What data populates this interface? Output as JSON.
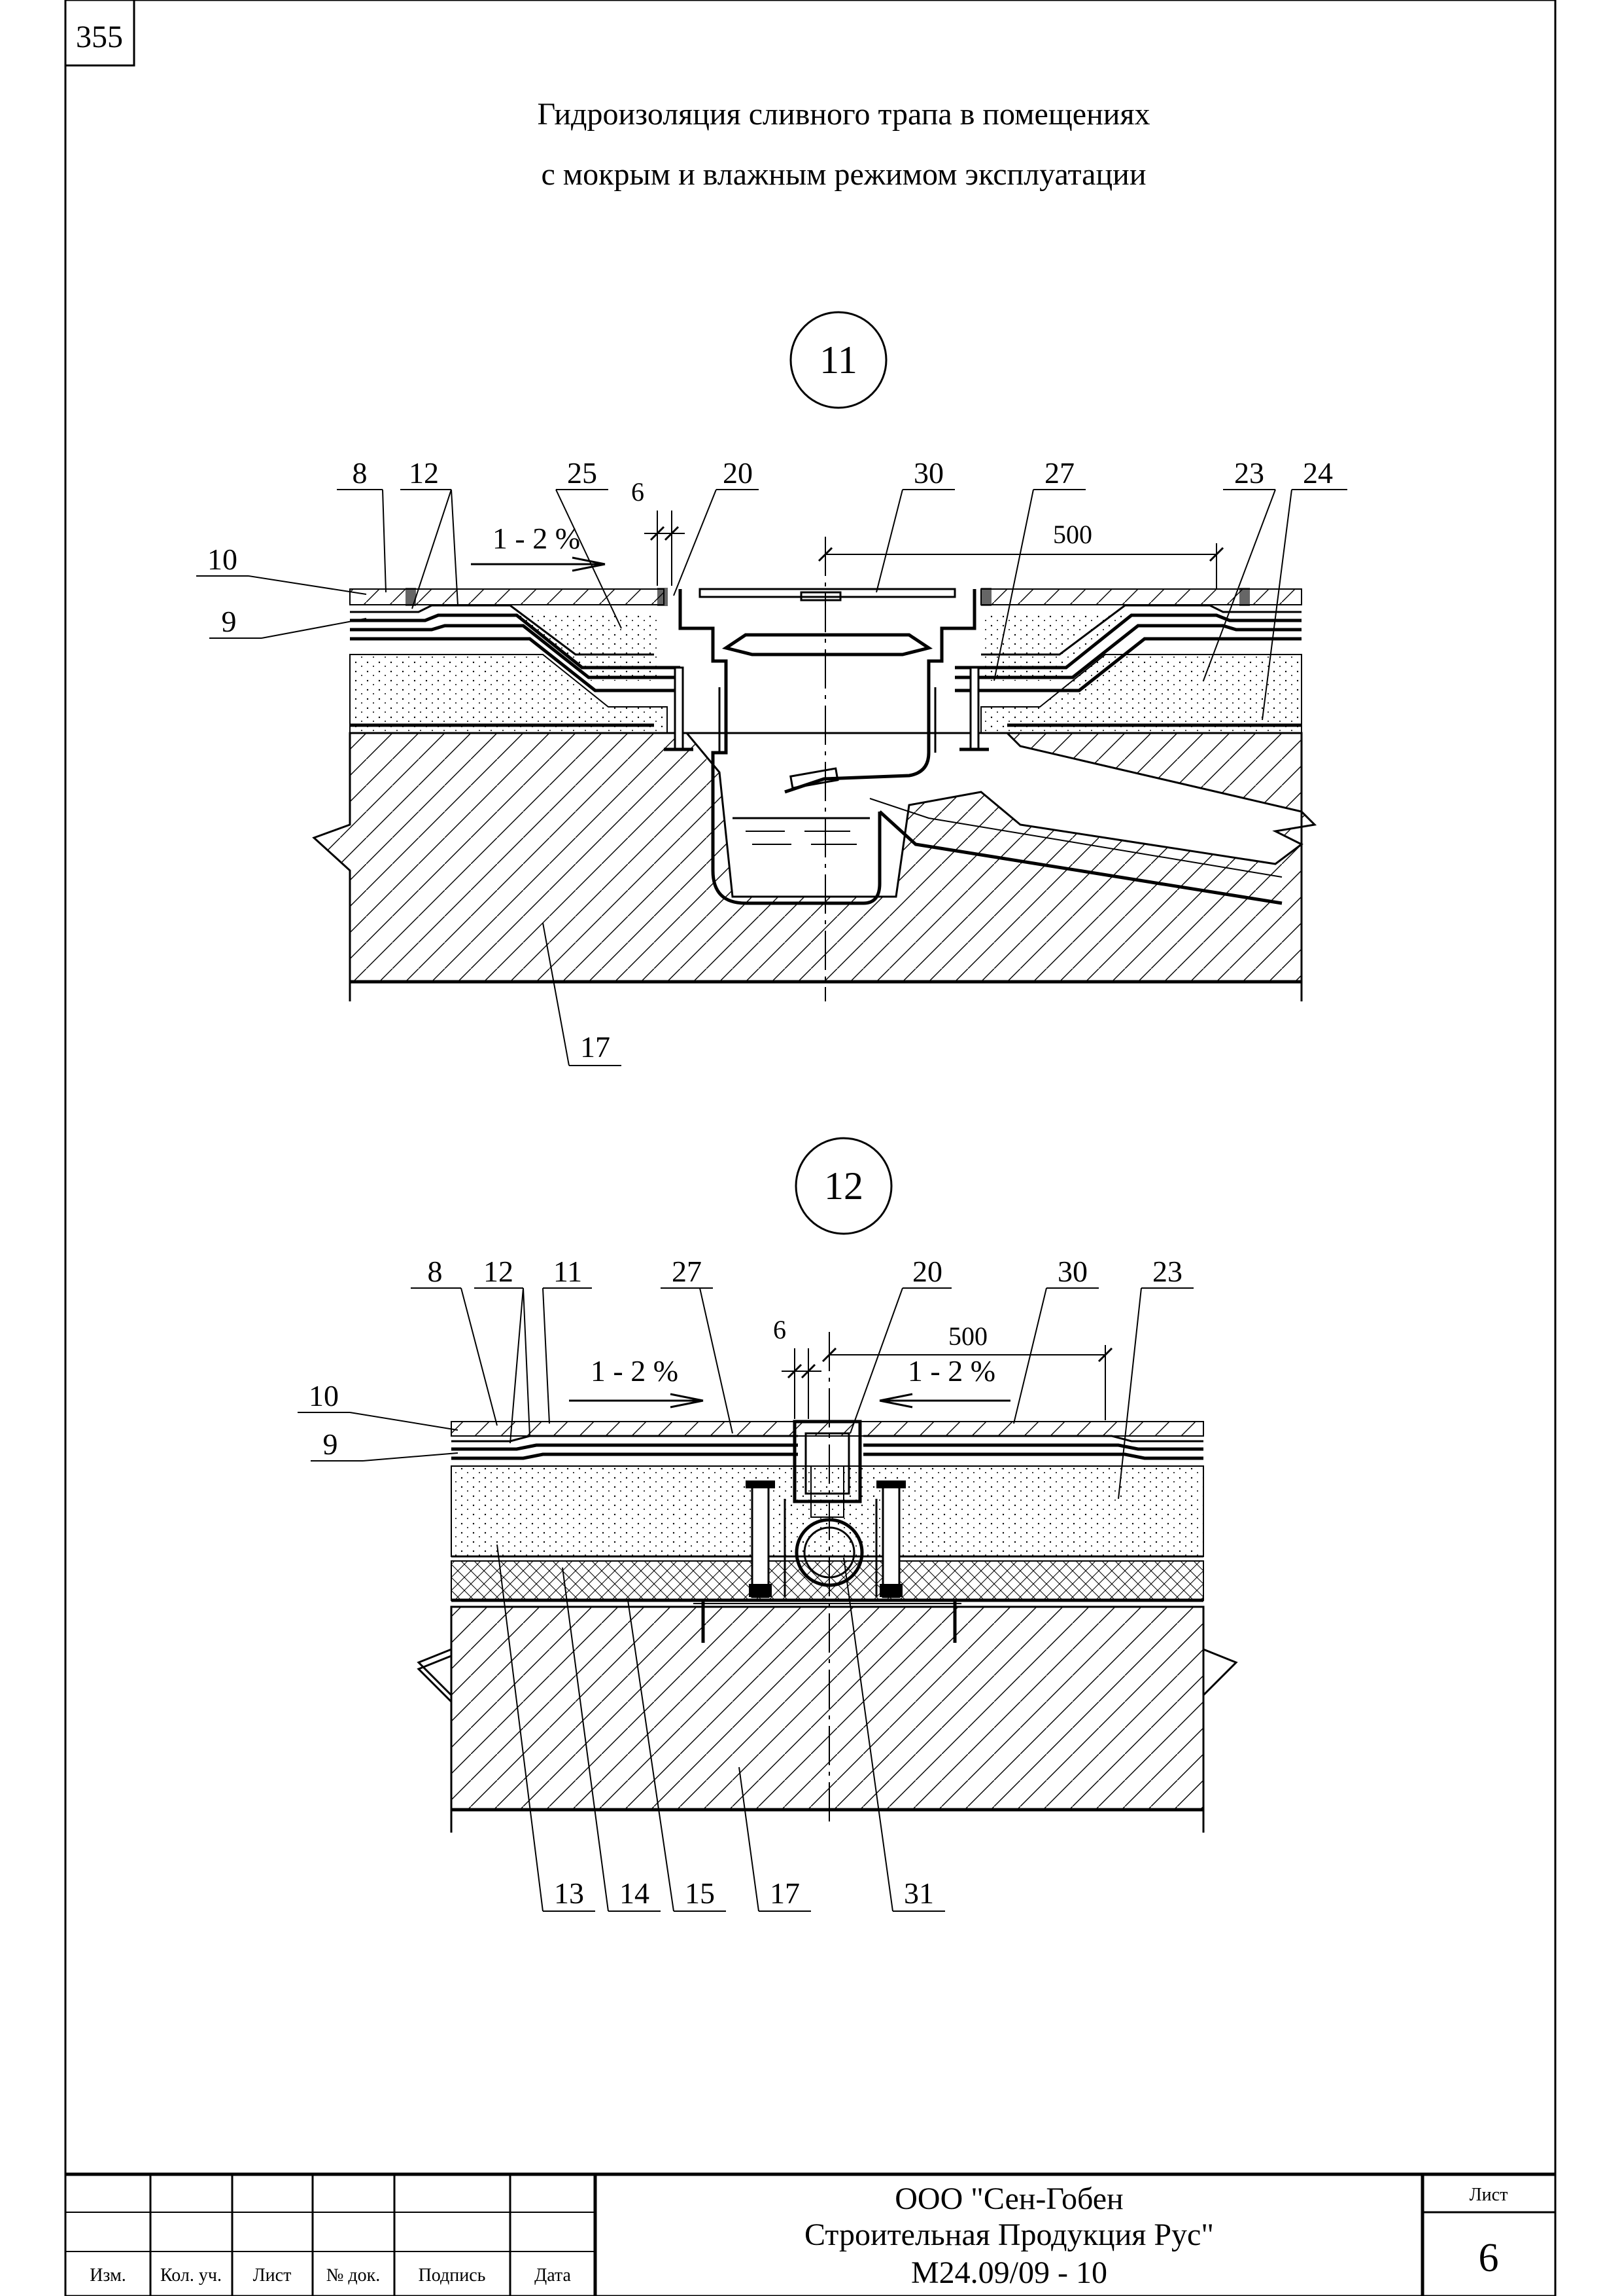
{
  "page_number": "355",
  "title": {
    "line1": "Гидроизоляция сливного трапа в помещениях",
    "line2": "с мокрым и влажным режимом эксплуатации"
  },
  "detail1": {
    "number": "11",
    "slope": "1 - 2 %",
    "dim_gap": "6",
    "dim_width": "500",
    "callouts_top": [
      "8",
      "12",
      "25",
      "20",
      "30",
      "27",
      "23",
      "24"
    ],
    "callouts_left": [
      "10",
      "9"
    ],
    "callouts_bottom": [
      "17"
    ]
  },
  "detail2": {
    "number": "12",
    "slope_left": "1 - 2 %",
    "slope_right": "1 - 2 %",
    "dim_gap": "6",
    "dim_width": "500",
    "callouts_top": [
      "8",
      "12",
      "11",
      "27",
      "20",
      "30",
      "23"
    ],
    "callouts_left": [
      "10",
      "9"
    ],
    "callouts_bottom": [
      "13",
      "14",
      "15",
      "17",
      "31"
    ]
  },
  "stamp": {
    "headers": [
      "Изм.",
      "Кол. уч.",
      "Лист",
      "№ док.",
      "Подпись",
      "Дата"
    ],
    "company_line1": "ООО \"Сен-Гобен",
    "company_line2": "Строительная Продукция Рус\"",
    "doc_code": "М24.09/09 - 10",
    "sheet_label": "Лист",
    "sheet_number": "6"
  }
}
